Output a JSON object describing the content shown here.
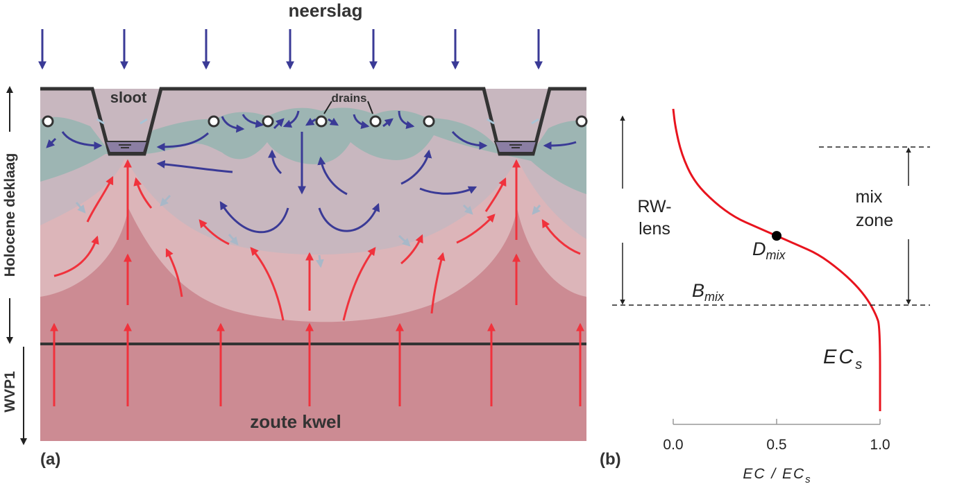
{
  "panel_a": {
    "label": "(a)",
    "title_top": "neerslag",
    "ditch_label": "sloot",
    "drains_label": "drains",
    "layer_label_top": "Holocene deklaag",
    "layer_label_bottom": "WVP1",
    "bottom_label": "zoute kwel",
    "colors": {
      "fresh_lens": "#9db5b3",
      "mix_zone": "#c8b7bf",
      "brackish": "#dcb5b9",
      "saline": "#cc8b93",
      "rain_arrow": "#3a3a96",
      "seepage_arrow": "#f0323c",
      "ditch_water": "#8b7ea3"
    }
  },
  "panel_b": {
    "label": "(b)",
    "lens_label_1": "RW-",
    "lens_label_2": "lens",
    "mix_label_1": "mix",
    "mix_label_2": "zone",
    "dmix_main": "D",
    "dmix_sub": "mix",
    "bmix_main": "B",
    "bmix_sub": "mix",
    "ecs_main": "EC",
    "ecs_sub": "s",
    "xaxis_main": "EC / EC",
    "xaxis_sub": "s",
    "xticks": [
      "0.0",
      "0.5",
      "1.0"
    ],
    "curve_color": "#e8141e"
  },
  "chart_data": {
    "type": "line",
    "xlabel": "EC / ECs",
    "xlim": [
      0,
      1
    ],
    "series": [
      {
        "x": [
          0.0,
          0.01,
          0.04,
          0.1,
          0.2,
          0.3,
          0.4,
          0.5,
          0.6,
          0.7,
          0.8,
          0.88,
          0.94,
          0.98,
          1.0,
          1.0
        ],
        "y": [
          0.0,
          0.06,
          0.15,
          0.24,
          0.31,
          0.36,
          0.39,
          0.42,
          0.45,
          0.48,
          0.53,
          0.58,
          0.63,
          0.68,
          0.72,
          1.0
        ]
      }
    ],
    "annotations": [
      "RW-lens",
      "mix zone",
      "Dmix",
      "Bmix",
      "ECs"
    ]
  }
}
